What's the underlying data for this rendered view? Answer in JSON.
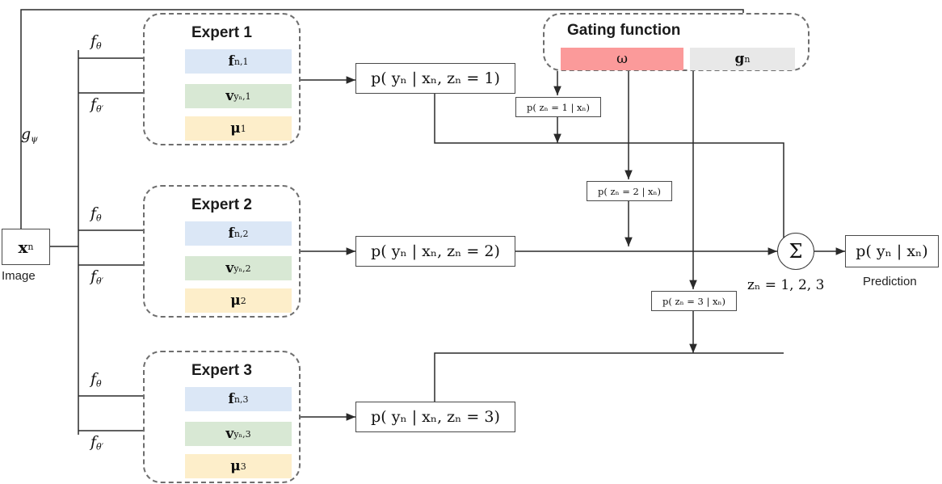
{
  "figure": {
    "kind": "mixture-of-experts-architecture-diagram",
    "colors": {
      "feature_blue": "#dbe7f6",
      "proto_green": "#d8e8d4",
      "mu_yellow": "#fdeeca",
      "omega_red": "#fb9a9a",
      "gn_gray": "#e8e8e8",
      "stroke": "#4a4a4a",
      "dashed_stroke": "#6e6e6e"
    }
  },
  "input": {
    "box_label": "x",
    "box_sub": "n",
    "caption": "Image"
  },
  "edge_labels": {
    "g_psi": "g",
    "g_psi_sub": "ψ",
    "f_theta": "f",
    "f_theta_sub": "θ",
    "f_theta_prime": "f",
    "f_theta_prime_sub": "θ′"
  },
  "experts": [
    {
      "title": "Expert 1",
      "slots": [
        {
          "name": "feature",
          "sym": "f",
          "sub": "n,1",
          "color": "#dbe7f6"
        },
        {
          "name": "prototype",
          "sym": "v",
          "sub": "yₙ,1",
          "color": "#d8e8d4"
        },
        {
          "name": "mean",
          "sym": "μ",
          "sub": "1",
          "color": "#fdeeca"
        }
      ],
      "likelihood": "p( yₙ | xₙ, zₙ = 1)"
    },
    {
      "title": "Expert 2",
      "slots": [
        {
          "name": "feature",
          "sym": "f",
          "sub": "n,2",
          "color": "#dbe7f6"
        },
        {
          "name": "prototype",
          "sym": "v",
          "sub": "yₙ,2",
          "color": "#d8e8d4"
        },
        {
          "name": "mean",
          "sym": "μ",
          "sub": "2",
          "color": "#fdeeca"
        }
      ],
      "likelihood": "p( yₙ | xₙ, zₙ = 2)"
    },
    {
      "title": "Expert 3",
      "slots": [
        {
          "name": "feature",
          "sym": "f",
          "sub": "n,3",
          "color": "#dbe7f6"
        },
        {
          "name": "prototype",
          "sym": "v",
          "sub": "yₙ,3",
          "color": "#d8e8d4"
        },
        {
          "name": "mean",
          "sym": "μ",
          "sub": "3",
          "color": "#fdeeca"
        }
      ],
      "likelihood": "p( yₙ | xₙ, zₙ = 3)"
    }
  ],
  "gating": {
    "title": "Gating function",
    "omega": "ω",
    "gn_sym": "g",
    "gn_sub": "n"
  },
  "gate_probs": [
    {
      "label": "p( zₙ = 1 | xₙ)"
    },
    {
      "label": "p( zₙ = 2 | xₙ)"
    },
    {
      "label": "p( zₙ = 3 | xₙ)"
    }
  ],
  "aggregate": {
    "sigma": "Σ",
    "sum_index": "zₙ = 1, 2, 3"
  },
  "output": {
    "box_label": "p( yₙ | xₙ)",
    "caption": "Prediction"
  }
}
